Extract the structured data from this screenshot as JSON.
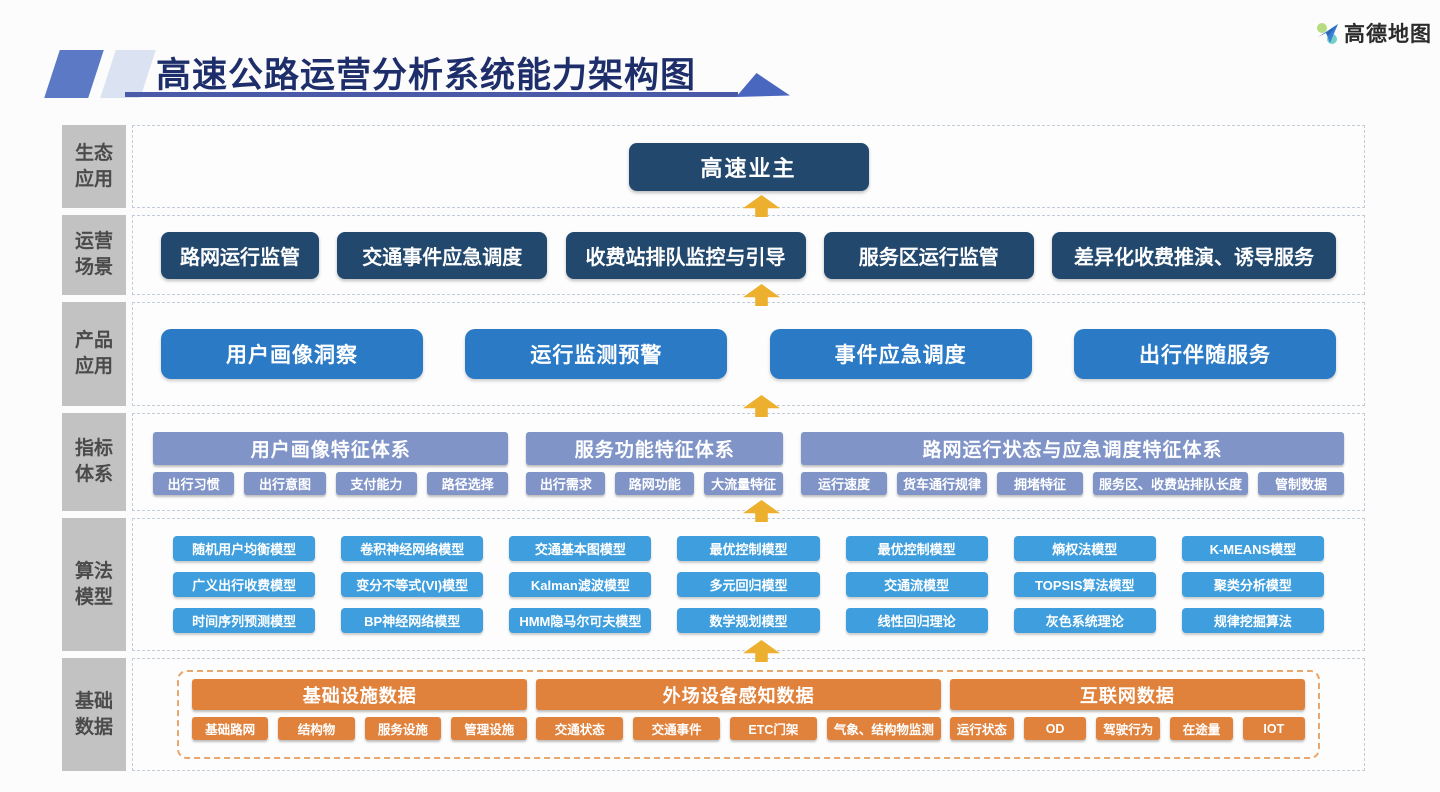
{
  "header": {
    "title": "高速公路运营分析系统能力架构图",
    "logo_text": "高德地图"
  },
  "colors": {
    "title_navy": "#1d2e6b",
    "dark_navy_box": "#23486e",
    "medium_blue_box": "#2b7ac5",
    "periwinkle": "#8094c8",
    "bright_blue": "#3f9fde",
    "orange": "#e0813c",
    "arrow_gold": "#edb02e",
    "label_gray": "#c2c2c2"
  },
  "eco": {
    "label": "生态应用",
    "box": "高速业主"
  },
  "scene": {
    "label": "运营场景",
    "boxes": [
      "路网运行监管",
      "交通事件应急调度",
      "收费站排队监控与引导",
      "服务区运行监管",
      "差异化收费推演、诱导服务"
    ]
  },
  "product": {
    "label": "产品应用",
    "boxes": [
      "用户画像洞察",
      "运行监测预警",
      "事件应急调度",
      "出行伴随服务"
    ]
  },
  "indicator": {
    "label": "指标体系",
    "groups": [
      {
        "title": "用户画像特征体系",
        "items": [
          "出行习惯",
          "出行意图",
          "支付能力",
          "路径选择"
        ]
      },
      {
        "title": "服务功能特征体系",
        "items": [
          "出行需求",
          "路网功能",
          "大流量特征"
        ]
      },
      {
        "title": "路网运行状态与应急调度特征体系",
        "items": [
          "运行速度",
          "货车通行规律",
          "拥堵特征",
          "服务区、收费站排队长度",
          "管制数据"
        ]
      }
    ]
  },
  "algo": {
    "label": "算法模型",
    "items": [
      "随机用户均衡模型",
      "卷积神经网络模型",
      "交通基本图模型",
      "最优控制模型",
      "最优控制模型",
      "熵权法模型",
      "K-MEANS模型",
      "广义出行收费模型",
      "变分不等式(VI)模型",
      "Kalman滤波模型",
      "多元回归模型",
      "交通流模型",
      "TOPSIS算法模型",
      "聚类分析模型",
      "时间序列预测模型",
      "BP神经网络模型",
      "HMM隐马尔可夫模型",
      "数学规划模型",
      "线性回归理论",
      "灰色系统理论",
      "规律挖掘算法"
    ]
  },
  "base": {
    "label": "基础数据",
    "groups": [
      {
        "title": "基础设施数据",
        "items": [
          "基础路网",
          "结构物",
          "服务设施",
          "管理设施"
        ]
      },
      {
        "title": "外场设备感知数据",
        "items": [
          "交通状态",
          "交通事件",
          "ETC门架",
          "气象、结构物监测"
        ]
      },
      {
        "title": "互联网数据",
        "items": [
          "运行状态",
          "OD",
          "驾驶行为",
          "在途量",
          "IOT"
        ]
      }
    ]
  }
}
